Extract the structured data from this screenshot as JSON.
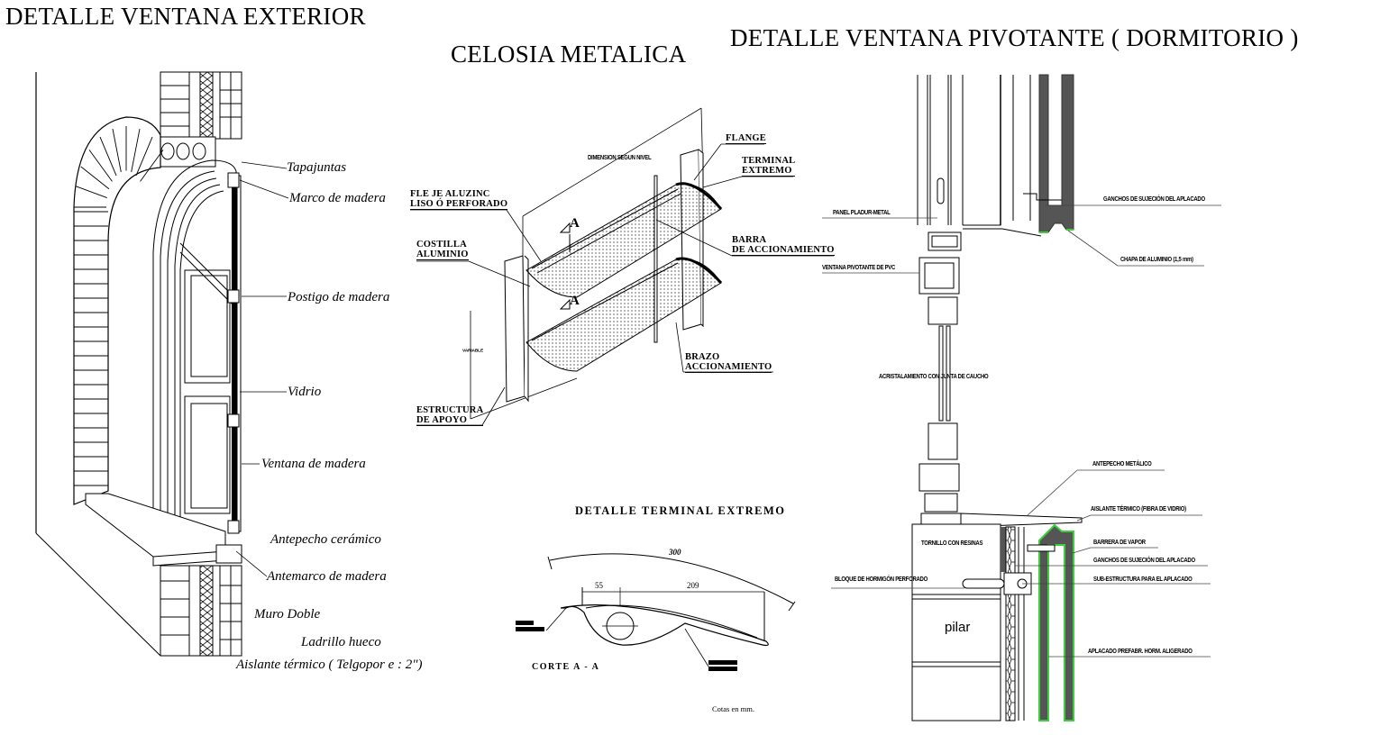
{
  "titles": {
    "left": "DETALLE VENTANA EXTERIOR",
    "middle": "CELOSIA METALICA",
    "right": "DETALLE VENTANA PIVOTANTE ( DORMITORIO )"
  },
  "exterior_labels": [
    "Tapajuntas",
    "Marco de madera",
    "Postigo de madera",
    "Vidrio",
    "Ventana de madera",
    "Antepecho cerámico",
    "Antemarco de madera",
    "Muro Doble",
    "Ladrillo hueco",
    "Aislante térmico   ( Telgopor e : 2\")"
  ],
  "celosia_labels": {
    "flange": "FLANGE",
    "terminal": [
      "TERMINAL",
      "EXTREMO"
    ],
    "fleje": [
      "FLE JE ALUZINC",
      "LISO Ó PERFORADO"
    ],
    "costilla": [
      "COSTILLA",
      "ALUMINIO"
    ],
    "barra": [
      "BARRA",
      "DE ACCIONAMIENTO"
    ],
    "brazo": [
      "BRAZO",
      "ACCIONAMIENTO"
    ],
    "estructura": [
      "ESTRUCTURA",
      "DE APOYO"
    ],
    "section_mark": "A",
    "dim_top": "DIMENSION SEGUN NIVEL",
    "dim_side": "VARIABLE"
  },
  "terminal_detail": {
    "title": "DETALLE TERMINAL EXTREMO",
    "dim_arc": "300",
    "dim_a": "55",
    "dim_b": "209",
    "cut": "CORTE  A - A",
    "units": "Cotas en mm."
  },
  "pivot_labels": {
    "panel": "PANEL PLADUR-METAL",
    "ventana": "VENTANA PIVOTANTE DE PVC",
    "ganchos_top": "GANCHOS DE SUJECIÓN DEL APLACADO",
    "chapa": "CHAPA DE ALUMINIO (1,5 mm)",
    "acristalamiento": "ACRISTALAMIENTO CON JUNTA DE CAUCHO",
    "antepecho": "ANTEPECHO METÁLICO",
    "aislante": "AISLANTE TÉRMICO (FIBRA DE VIDRIO)",
    "barrera": "BARRERA DE VAPOR",
    "ganchos_bottom": "GANCHOS DE SUJECIÓN DEL APLACADO",
    "subestructura": "SUB-ESTRUCTURA PARA EL APLACADO",
    "tornillo": "TORNILLO CON RESINAS",
    "bloque": "BLOQUE DE HORMIGÓN PERFORADO",
    "pilar": "pilar",
    "aplacado": "APLACADO PREFABR. HORM. ALIGERADO"
  },
  "colors": {
    "line": "#000000",
    "panel_fill": "#555555",
    "highlight_green": "#3ccf3c",
    "hatch": "#000000"
  }
}
